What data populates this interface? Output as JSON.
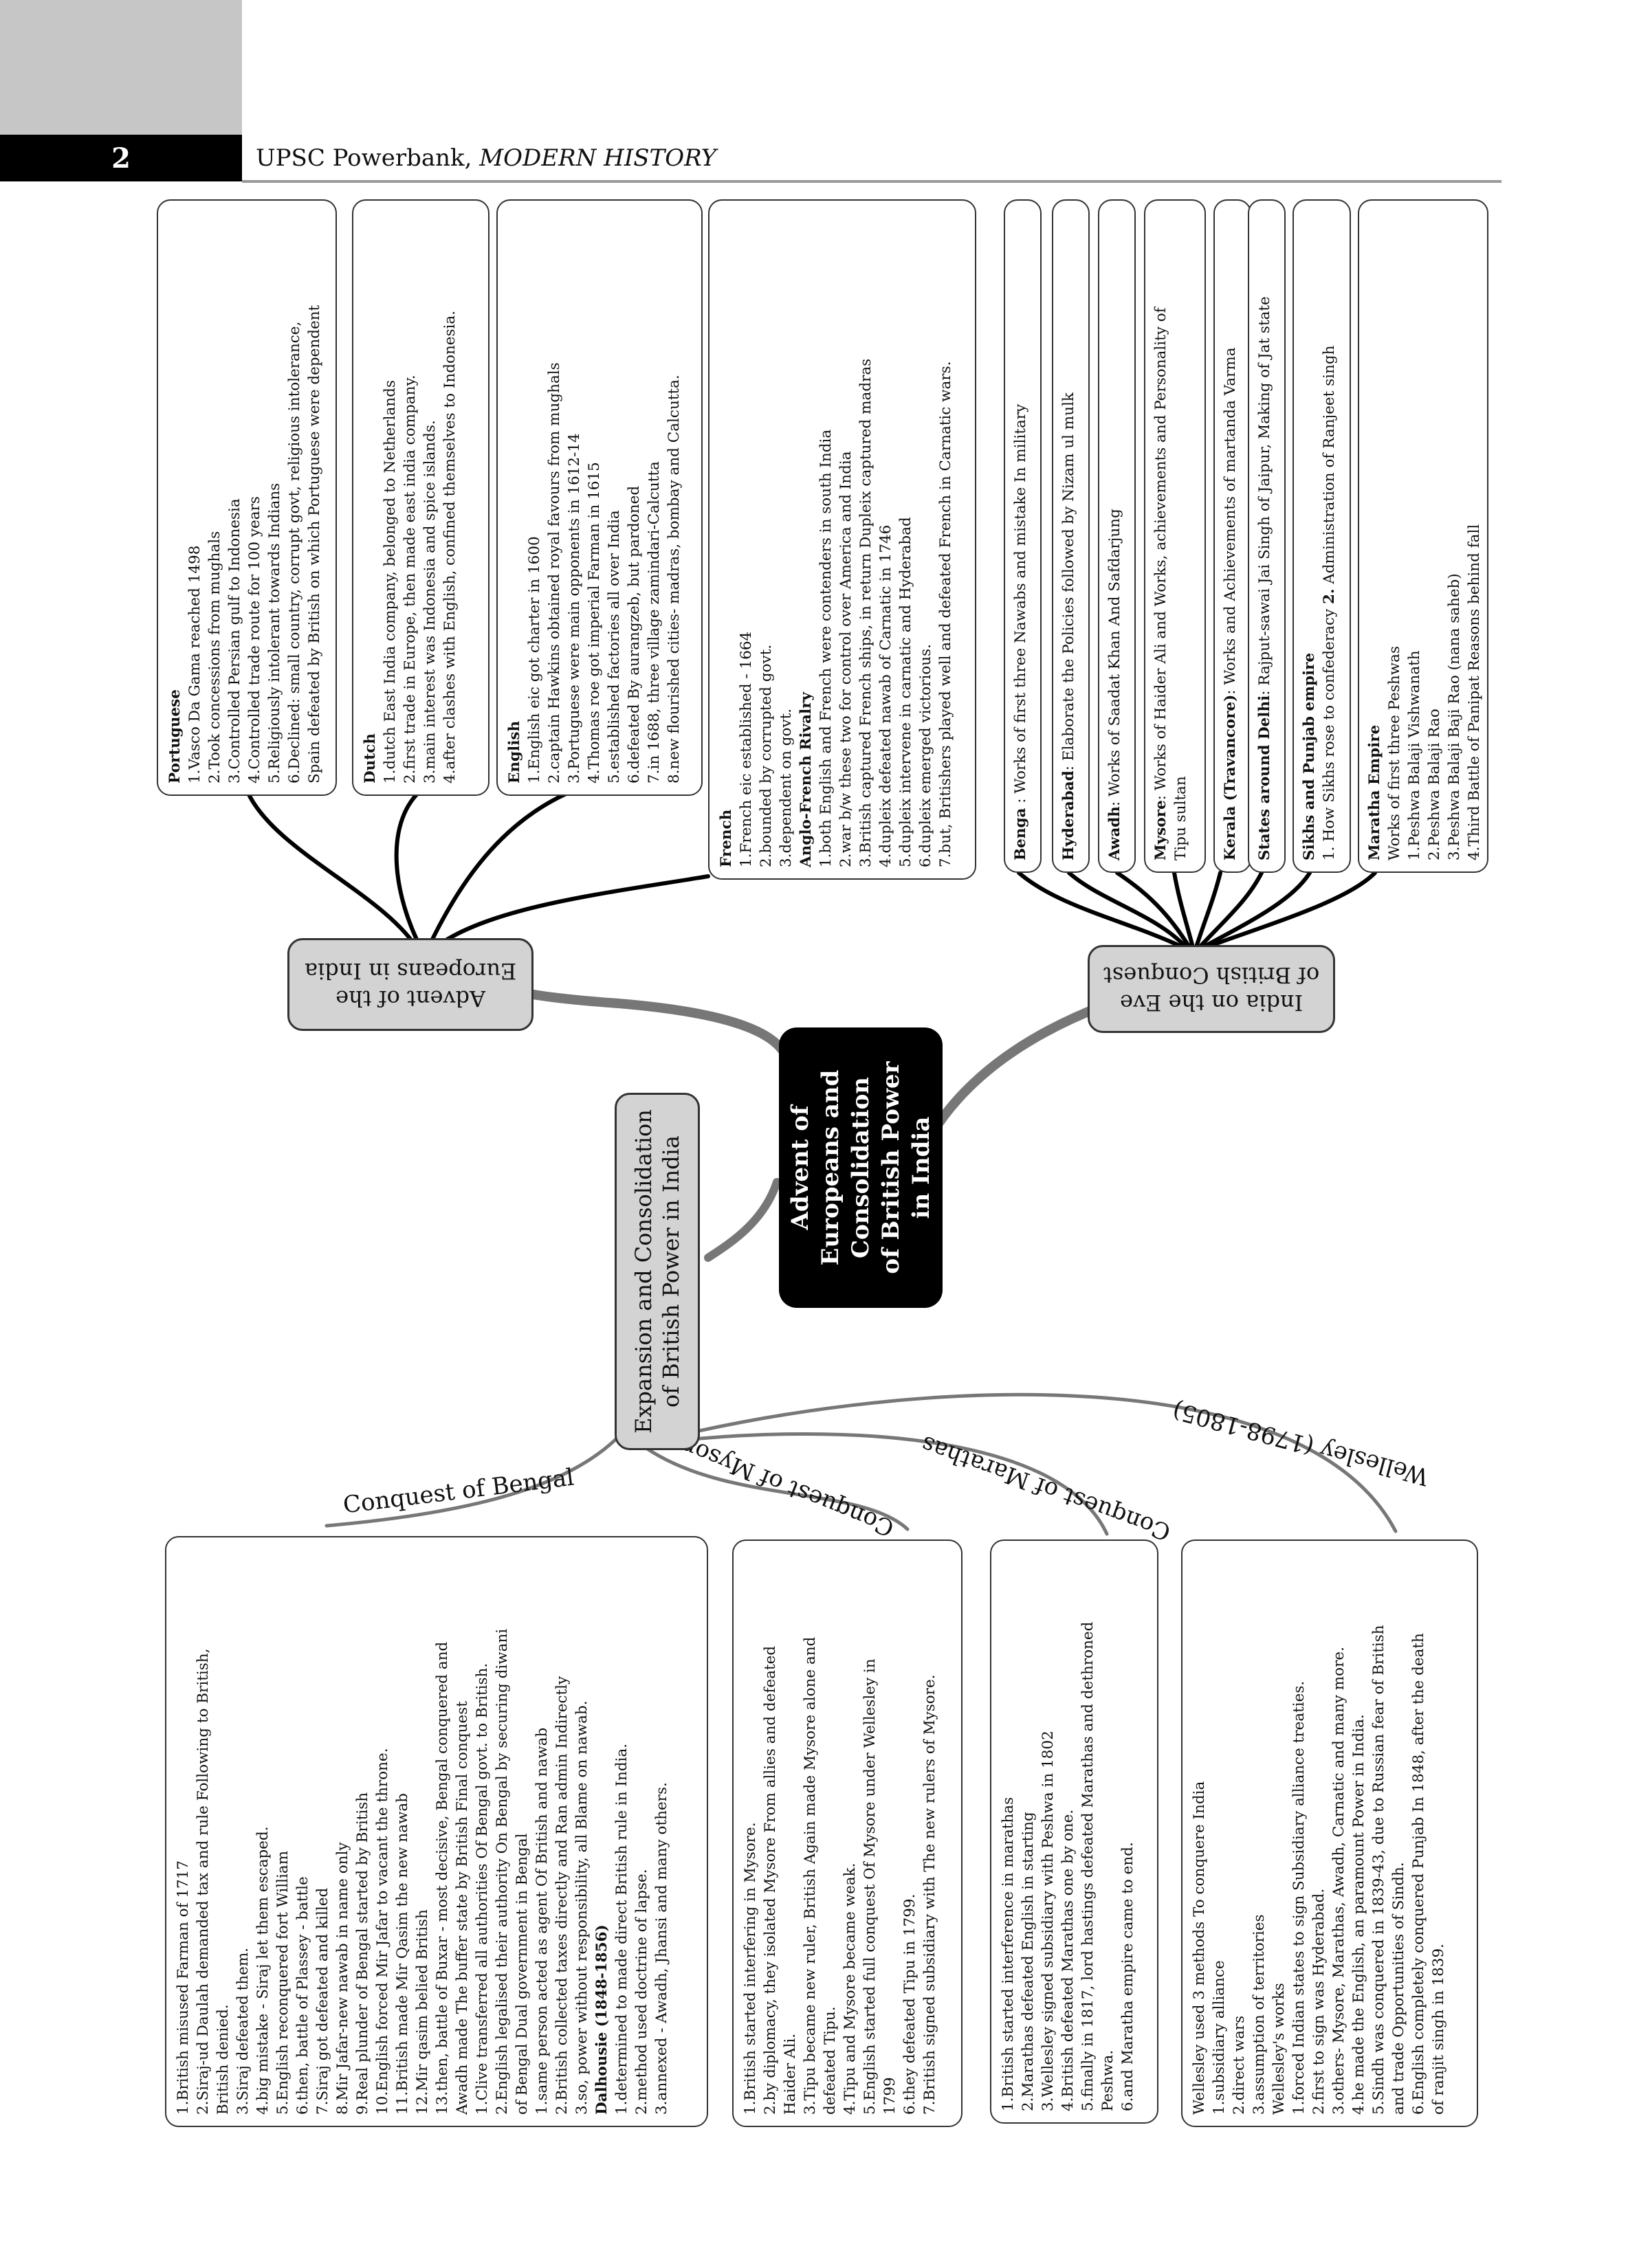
{
  "header": {
    "page_number": "2",
    "book_title": "UPSC Powerbank, ",
    "book_subject": "MODERN HISTORY"
  },
  "central": {
    "lines": [
      "Advent of",
      "Europeans and",
      "Consolidation",
      "of British Power",
      "in India"
    ]
  },
  "advent_hub": {
    "lines": [
      "Advent of the",
      "Europeans in India"
    ]
  },
  "eve_hub": {
    "lines": [
      "India on the Eve",
      "of British Conquest"
    ]
  },
  "expansion_hub": {
    "lines": [
      "Expansion and Consolidation",
      "of British Power in India"
    ]
  },
  "branch_labels": {
    "bengal": "Conquest of Bengal",
    "mysore": "Conquest of Mysore",
    "marathas": "Conquest of Marathas",
    "wellesley": "Wellesley (1798-1805)"
  },
  "portuguese": {
    "title": "Portuguese",
    "items": [
      "Vasco Da Gama reached 1498",
      "Took concessions from mughals",
      "Controlled Persian gulf to Indonesia",
      "Controlled trade route for 100 years",
      "Religiously intolerant towards Indians",
      "Declined: small country, corrupt govt, religious intolerance,",
      "Spain defeated by British on which Portuguese were dependent"
    ]
  },
  "dutch": {
    "title": "Dutch",
    "items": [
      "dutch East India company, belonged to Netherlands",
      "first trade in Europe, then made east india company.",
      "main interest was Indonesia and spice islands.",
      "after clashes with English, confined themselves to Indonesia."
    ]
  },
  "english": {
    "title": "English",
    "items": [
      "English eic got charter in 1600",
      "captain Hawkins obtained royal favours from mughals",
      "Portuguese were main opponents in 1612-14",
      "Thomas roe got imperial Farman in 1615",
      "established factories all over India",
      "defeated By aurangzeb, but pardoned",
      "in 1688, three village zamindari-Calcutta",
      "new flourished cities- madras, bombay and Calcutta."
    ]
  },
  "french": {
    "title": "French",
    "items": [
      "French eic established - 1664",
      "bounded by corrupted govt.",
      "dependent on govt."
    ],
    "subtitle": "Anglo-French Rivalry",
    "sub_items": [
      "both English and French were contenders in south India",
      "war b/w these two for control over America and India",
      "British captured French ships, in return Dupleix captured madras",
      "dupleix defeated nawab of Carnatic in 1746",
      "dupleix intervene in carnatic and Hyderabad",
      "dupleix emerged victorious.",
      "but, Britishers played well and defeated French in Carnatic wars."
    ]
  },
  "eve_items": {
    "bengal": {
      "title": "Benga",
      "text": " : Works of first three Nawabs and mistake In military"
    },
    "hyderabad": {
      "title": "Hyderabad",
      "text": ": Elaborate the Policies followed by Nizam ul mulk"
    },
    "awadh": {
      "title": "Awadh",
      "text": ": Works of Saadat Khan And Safdarjung"
    },
    "mysore": {
      "title": "Mysore",
      "text": ": Works of Haider Ali and Works, achievements and Personality of",
      "text2": "Tipu sultan"
    },
    "kerala": {
      "title": "Kerala (Travancore)",
      "text": ": Works and Achievements of martanda Varma"
    },
    "delhi": {
      "title": "States around Delhi",
      "text": ": Rajput-sawai Jai Singh of Jaipur, Making of Jat state"
    },
    "sikhs": {
      "title": "Sikhs and Punjab empire",
      "text": "1. How Sikhs rose to confederacy ",
      "num2": "2.",
      "text2": " Administration of Ranjeet singh"
    },
    "maratha": {
      "title": "Maratha Empire",
      "intro": "Works of first three Peshwas",
      "items": [
        "Peshwa Balaji Vishwanath",
        "Peshwa Balaji Rao",
        "Peshwa Balaji Baji Rao (nana saheb)",
        "Third Battle of Panipat Reasons behind fall"
      ]
    }
  },
  "bengal_panel": {
    "items": [
      "British misused Farman of 1717",
      "Siraj-ud Daulah demanded tax and rule Following to British,",
      "British denied.",
      "Siraj defeated them.",
      "big mistake - Siraj let them escaped.",
      "English reconquered fort William",
      "then, battle of Plassey - battle",
      "Siraj got defeated and killed",
      "Mir Jafar-new nawab in name only",
      "Real plunder of Bengal started by British",
      "English forced Mir Jafar to vacant the throne.",
      "British made Mir Qasim the new nawab",
      "Mir qasim belied British",
      "then, battle of Buxar - most decisive, Bengal conquered and",
      "Awadh made The buffer state by British Final conquest",
      "Clive transferred all authorities Of Bengal govt. to British.",
      "English legalised their authority On Bengal by securing diwani",
      "of Bengal Dual government in Bengal",
      "same person acted as agent Of British and nawab",
      "British collected taxes directly and Ran admin Indirectly",
      "so, power without responsibility, all Blame on nawab."
    ],
    "dalhousie_title": "Dalhousie (1848-1856)",
    "dalhousie_items": [
      "determined to made direct British rule in India.",
      "method used doctrine of lapse.",
      "annexed - Awadh, Jhansi and many others."
    ]
  },
  "mysore_panel": {
    "items": [
      "British started interfering in Mysore.",
      "by diplomacy, they isolated Mysore From allies and defeated",
      "Haider Ali.",
      "Tipu became new ruler, British Again made Mysore alone and",
      "defeated Tipu.",
      "Tipu and Mysore became weak.",
      "English started full conquest Of Mysore under Wellesley in",
      "1799",
      "they defeated Tipu in 1799.",
      "British signed subsidiary with The new rulers of Mysore."
    ]
  },
  "marathas_panel": {
    "items": [
      "British started interference in marathas",
      "Marathas defeated English in starting",
      "Wellesley signed subsidiary with Peshwa in 1802",
      "British defeated Marathas one by one.",
      "finally in 1817, lord hastings defeated Marathas and dethroned",
      "Peshwa.",
      "and Maratha empire came to end."
    ]
  },
  "wellesley_panel": {
    "intro": "Wellesley used 3 methods To conquere India",
    "methods": [
      "subsidiary alliance",
      "direct wars",
      "assumption of territories"
    ],
    "works_title": "Wellesley's works",
    "items": [
      "forced Indian states to sign Subsidiary alliance treaties.",
      "first to sign was Hyderabad.",
      "others- Mysore, Marathas, Awadh, Carnatic and many more.",
      "he made the English, an paramount Power in India.",
      "Sindh was conquered in 1839-43, due to Russian fear of British",
      "and trade Opportunities of Sindh.",
      "English completely conquered Punjab In 1848, after the death",
      "of ranjit singh in 1839."
    ]
  }
}
